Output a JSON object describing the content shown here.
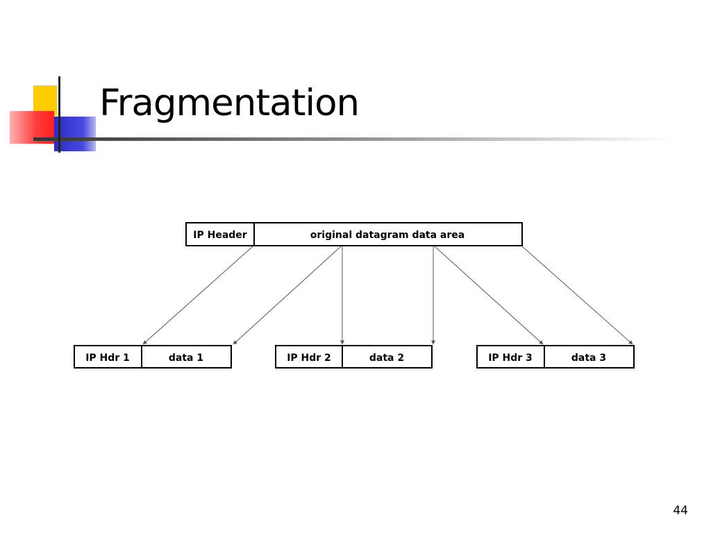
{
  "slide": {
    "title": "Fragmentation",
    "page_number": "44"
  },
  "colors": {
    "accent_yellow": "#ffcc00",
    "accent_red": "#ff3030",
    "accent_blue": "#3333cc",
    "rule_dark": "#444444"
  },
  "diagram": {
    "original": {
      "header_label": "IP Header",
      "data_label": "original datagram data area"
    },
    "fragments": [
      {
        "header_label": "IP Hdr 1",
        "data_label": "data 1"
      },
      {
        "header_label": "IP Hdr 2",
        "data_label": "data 2"
      },
      {
        "header_label": "IP Hdr 3",
        "data_label": "data 3"
      }
    ]
  }
}
